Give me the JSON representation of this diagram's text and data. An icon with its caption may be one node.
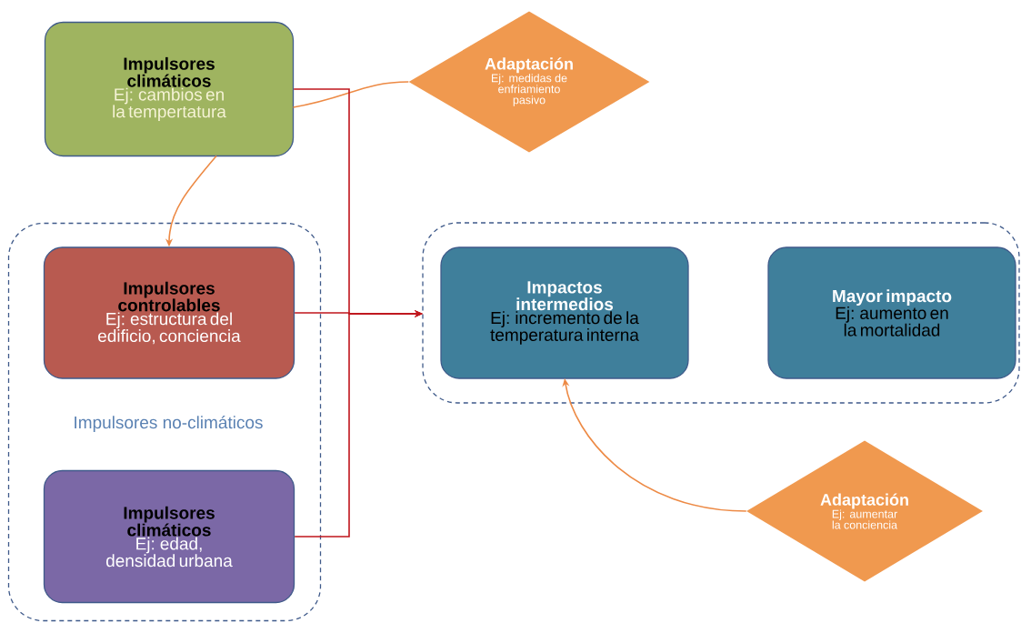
{
  "diagram": {
    "nodes": [
      {
        "text": [
          "Impulsores climáticos",
          "Ej: cambios en la tempertatura"
        ]
      },
      {
        "text": [
          "Adaptación",
          "Ej: medidas de enfriamiento pasivo"
        ]
      },
      {
        "text": [
          "Impulsores no-climáticos"
        ]
      },
      {
        "text": [
          "Impulsores controlables",
          "Ej: estructura del edificio, conciencia"
        ],
        "in": 2
      },
      {
        "text": [
          "Impulsores climáticos",
          "Ej: edad, densidad urbana"
        ],
        "in": 2
      },
      {
        "text": [],
        "shape": "box"
      },
      {
        "text": [
          "Impactos intermedios",
          "Ej: incremento de la temperatura interna"
        ],
        "in": 5
      },
      {
        "text": [
          "Mayor impacto",
          "Ej: aumento en la mortalidad"
        ],
        "in": 5
      },
      {
        "text": [
          "Adaptación",
          "Ej: aumentar la conciencia"
        ]
      }
    ],
    "edges": [
      {
        "from": 0,
        "to": 3,
        "arrow": "to",
        "color": "#ed8a45"
      },
      {
        "from": 1,
        "to": 0,
        "arrow": "none",
        "color": "#ed8a45"
      },
      {
        "from": 0,
        "to": 5,
        "arrow": "to",
        "color": "#c0161c"
      },
      {
        "from": 3,
        "to": 5,
        "arrow": "to",
        "color": "#c0161c"
      },
      {
        "from": 4,
        "to": 5,
        "arrow": "to",
        "color": "#c0161c"
      },
      {
        "from": 8,
        "to": 6,
        "arrow": "to",
        "color": "#ed8a45"
      }
    ]
  }
}
